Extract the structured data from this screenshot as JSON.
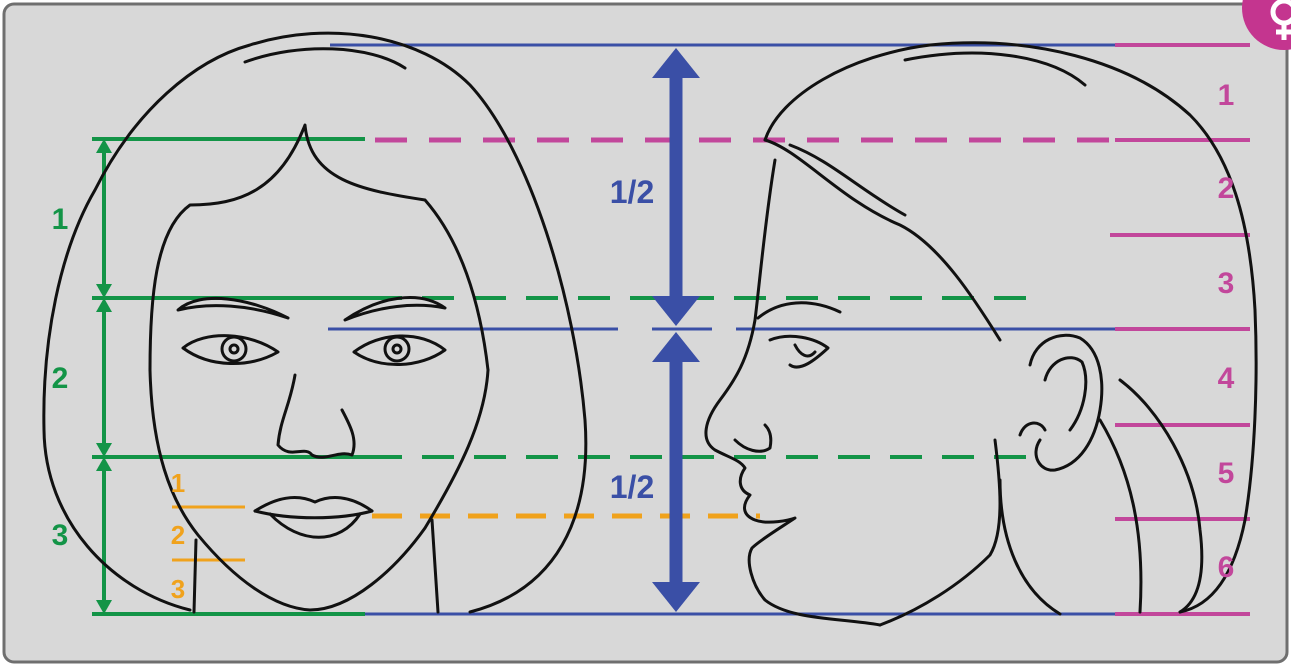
{
  "colors": {
    "background": "#d8d8d8",
    "frame": "#6f6f6f",
    "line_art": "#111111",
    "blue": "#3a4fa6",
    "green": "#139447",
    "magenta": "#c2479b",
    "orange": "#f0a21c",
    "badge": "#c4358f"
  },
  "labels": {
    "green_thirds": [
      "1",
      "2",
      "3"
    ],
    "orange_thirds": [
      "1",
      "2",
      "3"
    ],
    "blue_halves": [
      "1/2",
      "1/2"
    ],
    "magenta_sixths": [
      "1",
      "2",
      "3",
      "4",
      "5",
      "6"
    ]
  },
  "icons": {
    "corner_badge": "female-symbol-icon"
  }
}
